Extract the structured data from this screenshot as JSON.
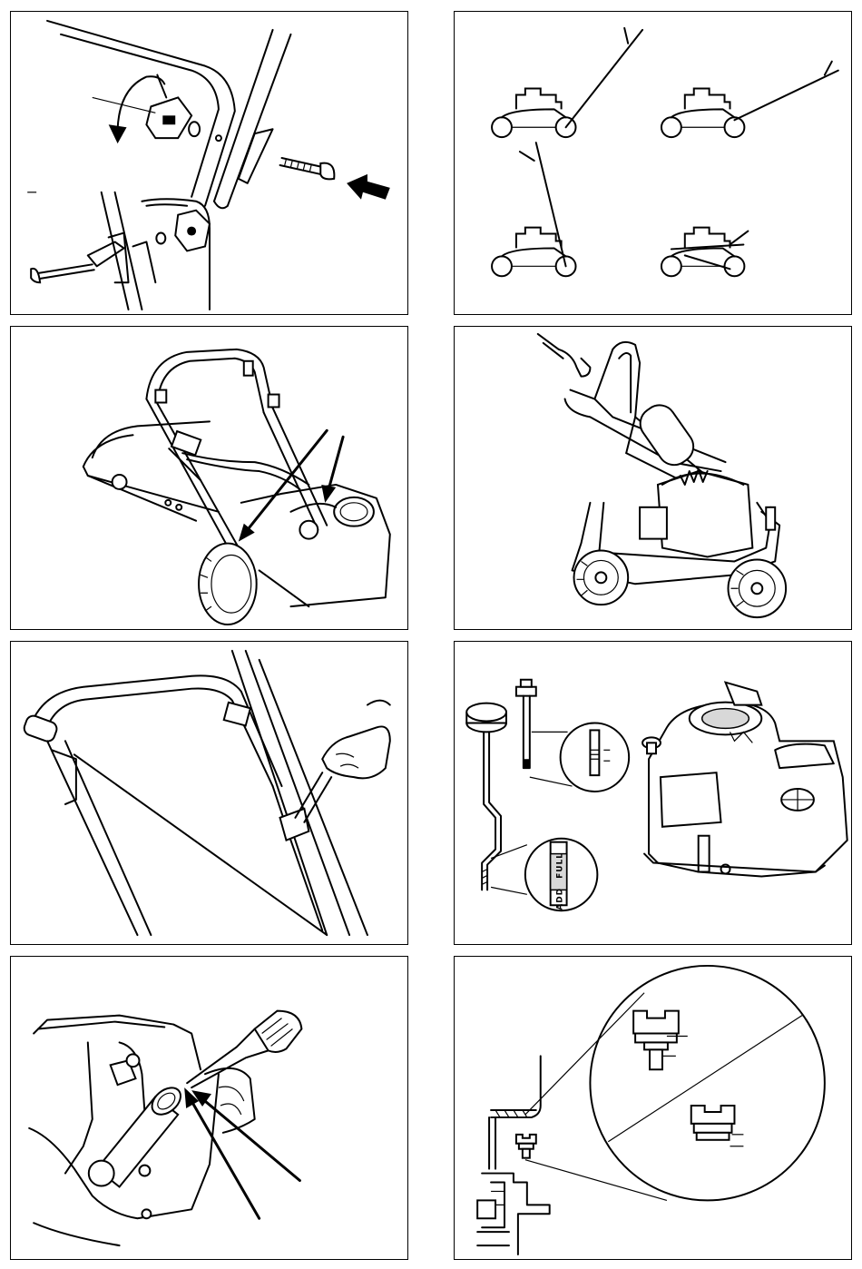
{
  "panels": [
    {
      "id": "handle-bolt-assembly",
      "icons": [
        "rotate-arrow-icon",
        "insert-arrow-icon"
      ]
    },
    {
      "id": "handle-height-positions",
      "icons": []
    },
    {
      "id": "cable-routing",
      "icons": []
    },
    {
      "id": "handle-fold",
      "icons": []
    },
    {
      "id": "handle-adjust-clamp",
      "icons": []
    },
    {
      "id": "oil-dipstick-check",
      "dipstick": {
        "full_label": "FULL",
        "add_label": "ADD"
      }
    },
    {
      "id": "oil-filler-tube",
      "icons": []
    },
    {
      "id": "oil-drain-plug",
      "icons": []
    }
  ]
}
